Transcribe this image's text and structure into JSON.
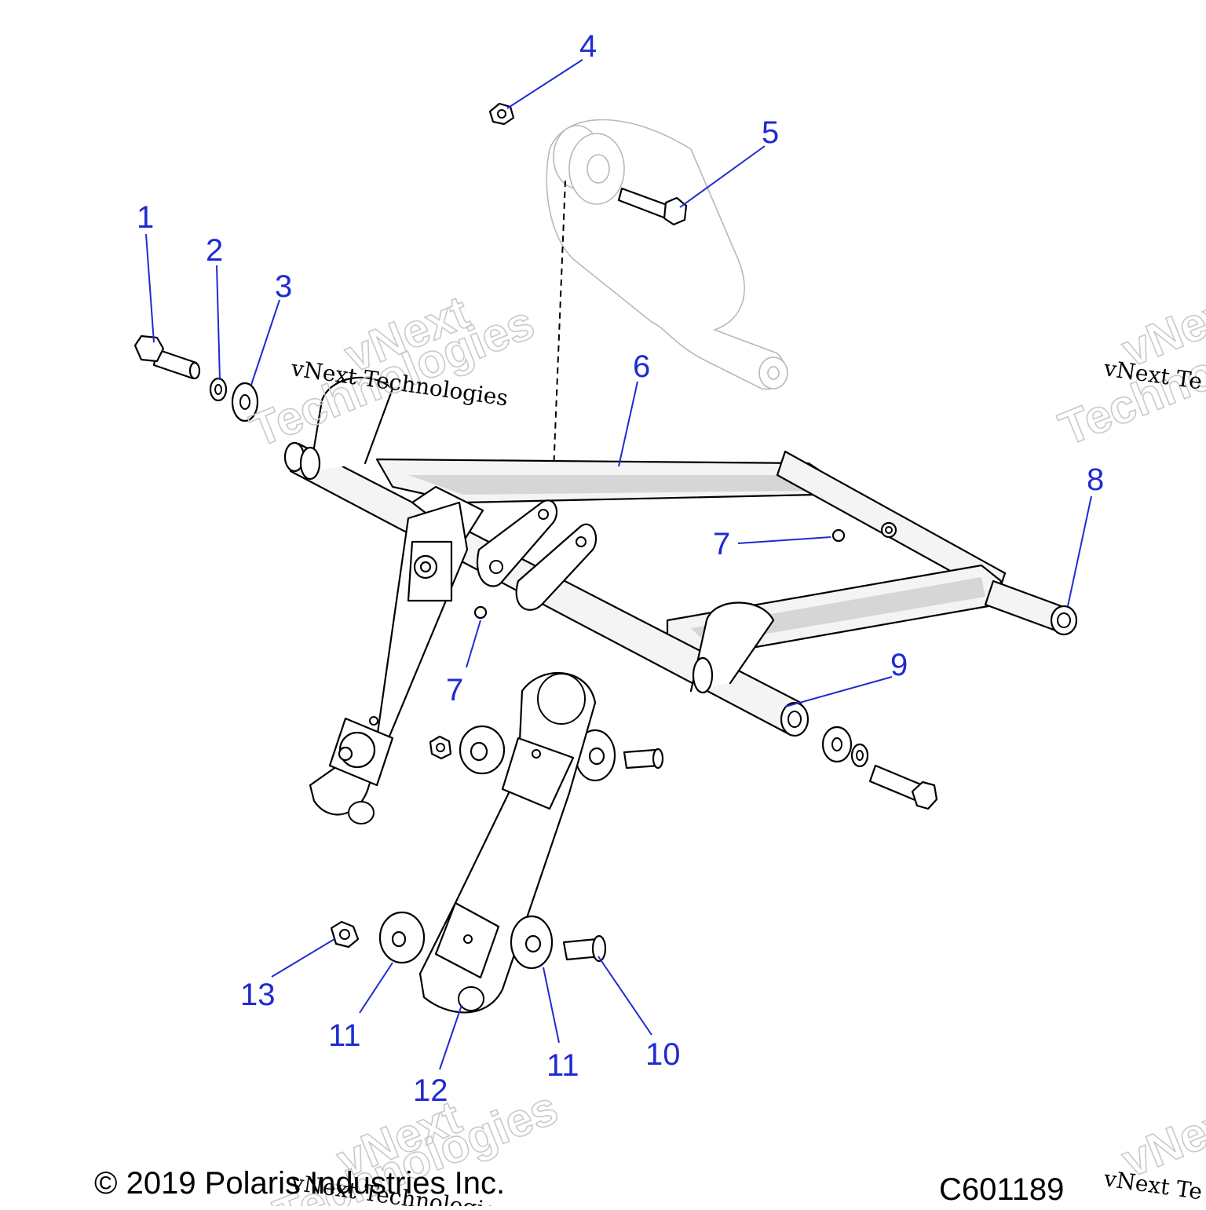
{
  "diagram": {
    "callouts": [
      {
        "id": "c1",
        "label": "1"
      },
      {
        "id": "c2",
        "label": "2"
      },
      {
        "id": "c3",
        "label": "3"
      },
      {
        "id": "c4",
        "label": "4"
      },
      {
        "id": "c5",
        "label": "5"
      },
      {
        "id": "c6",
        "label": "6"
      },
      {
        "id": "c7a",
        "label": "7"
      },
      {
        "id": "c7b",
        "label": "7"
      },
      {
        "id": "c8",
        "label": "8"
      },
      {
        "id": "c9",
        "label": "9"
      },
      {
        "id": "c10",
        "label": "10"
      },
      {
        "id": "c11a",
        "label": "11"
      },
      {
        "id": "c11b",
        "label": "11"
      },
      {
        "id": "c12",
        "label": "12"
      },
      {
        "id": "c13",
        "label": "13"
      }
    ],
    "callout_color": "#1f2bd1",
    "copyright": "© 2019 Polaris Industries Inc.",
    "drawing_number": "C601189"
  },
  "watermark": {
    "text_line1": "vNext",
    "text_line2": "Technologies",
    "small_text": "vNext Technologies",
    "small_text_clipped": "vNext Te"
  }
}
